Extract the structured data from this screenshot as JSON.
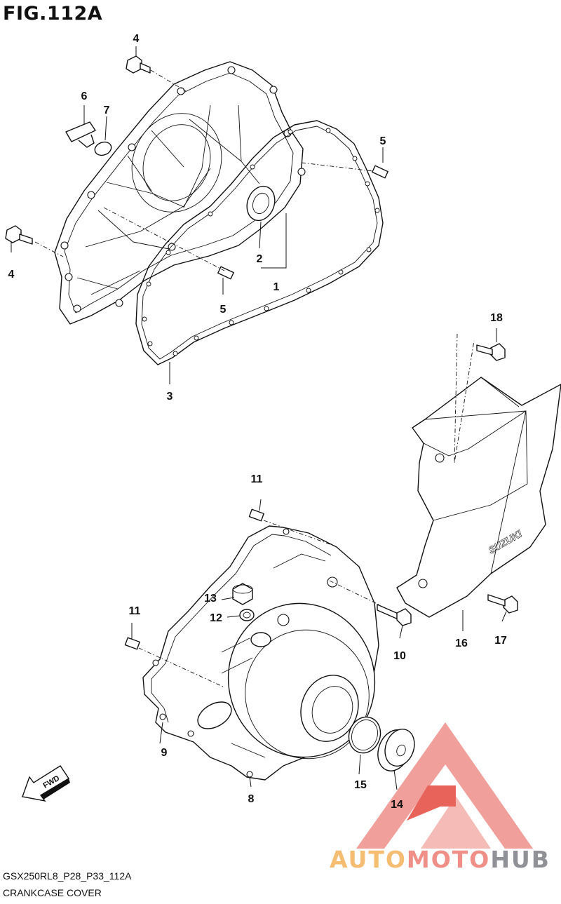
{
  "figure": {
    "title": "FIG.112A"
  },
  "callouts": [
    {
      "id": "c1",
      "text": "1"
    },
    {
      "id": "c2",
      "text": "2"
    },
    {
      "id": "c3",
      "text": "3"
    },
    {
      "id": "c4a",
      "text": "4"
    },
    {
      "id": "c4b",
      "text": "4"
    },
    {
      "id": "c5a",
      "text": "5"
    },
    {
      "id": "c5b",
      "text": "5"
    },
    {
      "id": "c6",
      "text": "6"
    },
    {
      "id": "c7",
      "text": "7"
    },
    {
      "id": "c8",
      "text": "8"
    },
    {
      "id": "c9",
      "text": "9"
    },
    {
      "id": "c10",
      "text": "10"
    },
    {
      "id": "c11a",
      "text": "11"
    },
    {
      "id": "c11b",
      "text": "11"
    },
    {
      "id": "c12",
      "text": "12"
    },
    {
      "id": "c13",
      "text": "13"
    },
    {
      "id": "c14",
      "text": "14"
    },
    {
      "id": "c15",
      "text": "15"
    },
    {
      "id": "c16",
      "text": "16"
    },
    {
      "id": "c17",
      "text": "17"
    },
    {
      "id": "c18",
      "text": "18"
    }
  ],
  "fwd_label": "FWD",
  "cover_logo": "SUZUKI",
  "footer": {
    "code": "GSX250RL8_P28_P33_112A",
    "name": "CRANKCASE COVER"
  },
  "watermark": {
    "part1": "AUTO",
    "part2": "MOTO",
    "part3": "HUB",
    "colors": {
      "auto": "#f4bd72",
      "moto": "#f08f88",
      "hub": "#8f9197",
      "logo": "#e8403a"
    }
  }
}
